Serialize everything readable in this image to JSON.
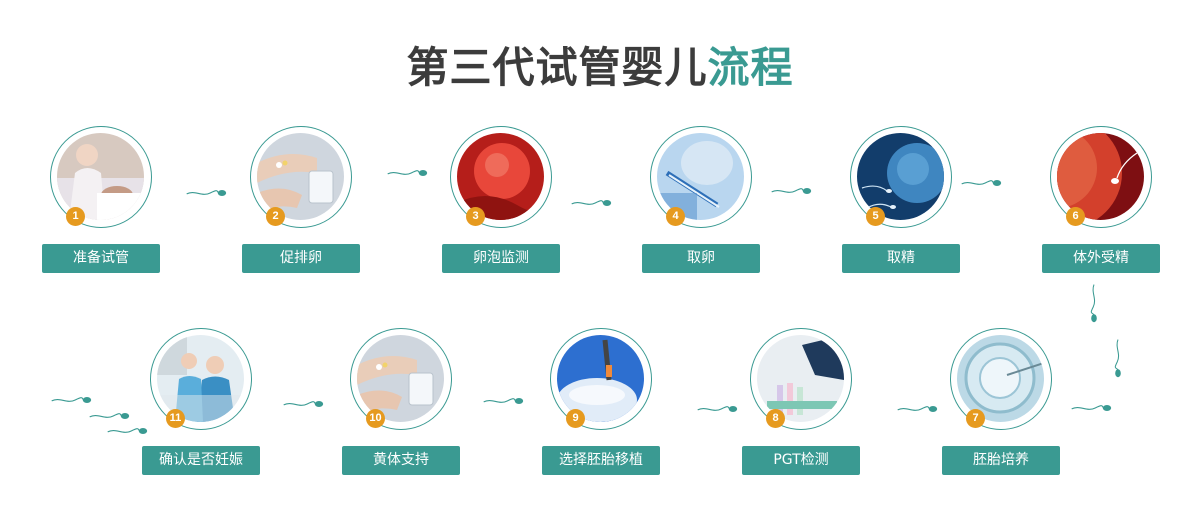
{
  "title": {
    "main": "第三代试管婴儿",
    "accent": "流程"
  },
  "steps": [
    {
      "number": "1",
      "label": "准备试管",
      "icon": "nurse-patient-photo-icon"
    },
    {
      "number": "2",
      "label": "促排卵",
      "icon": "pills-water-photo-icon"
    },
    {
      "number": "3",
      "label": "卵泡监测",
      "icon": "follicle-photo-icon"
    },
    {
      "number": "4",
      "label": "取卵",
      "icon": "egg-retrieval-photo-icon"
    },
    {
      "number": "5",
      "label": "取精",
      "icon": "sperm-egg-photo-icon"
    },
    {
      "number": "6",
      "label": "体外受精",
      "icon": "fertilization-photo-icon"
    },
    {
      "number": "7",
      "label": "胚胎培养",
      "icon": "embryo-culture-photo-icon"
    },
    {
      "number": "8",
      "label": "PGT检测",
      "icon": "test-tubes-photo-icon"
    },
    {
      "number": "9",
      "label": "选择胚胎移植",
      "icon": "cryo-transfer-photo-icon"
    },
    {
      "number": "10",
      "label": "黄体支持",
      "icon": "pills-water-photo-icon"
    },
    {
      "number": "11",
      "label": "确认是否妊娠",
      "icon": "doctors-ultrasound-photo-icon"
    }
  ],
  "colors": {
    "teal": "#3a9a92",
    "orange": "#e69a1f",
    "title": "#3c3c3c"
  }
}
